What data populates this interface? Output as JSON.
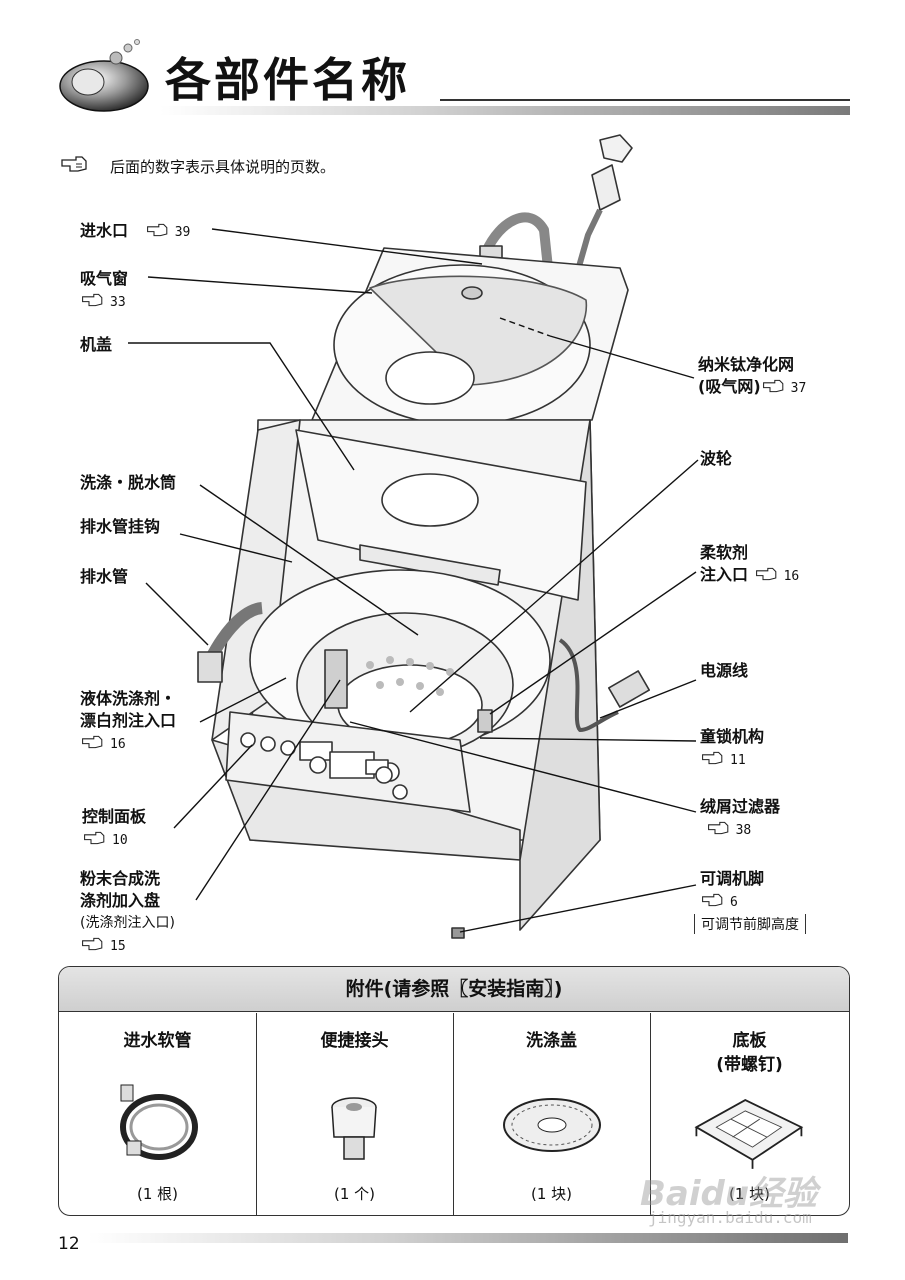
{
  "header": {
    "title": "各部件名称",
    "note": "后面的数字表示具体说明的页数。"
  },
  "labels": {
    "water_inlet": {
      "text": "进水口",
      "ref": "39"
    },
    "vent_window": {
      "text": "吸气窗",
      "ref": "33"
    },
    "lid": {
      "text": "机盖"
    },
    "nano_filter": {
      "line1": "纳米钛净化网",
      "line2": "(吸气网)",
      "ref": "37"
    },
    "drum": {
      "text": "洗涤・脱水筒"
    },
    "drain_hook": {
      "text": "排水管挂钩"
    },
    "drain_hose": {
      "text": "排水管"
    },
    "pulsator": {
      "text": "波轮"
    },
    "softener": {
      "line1": "柔软剂",
      "line2": "注入口",
      "ref": "16"
    },
    "power_cord": {
      "text": "电源线"
    },
    "liquid_detergent": {
      "line1": "液体洗涤剂・",
      "line2": "漂白剂注入口",
      "ref": "16"
    },
    "child_lock": {
      "text": "童锁机构",
      "ref": "11"
    },
    "lint_filter": {
      "text": "绒屑过滤器",
      "ref": "38"
    },
    "control_panel": {
      "text": "控制面板",
      "ref": "10"
    },
    "adjustable_foot": {
      "text": "可调机脚",
      "ref": "6",
      "note": "可调节前脚高度"
    },
    "powder_tray": {
      "line1": "粉末合成洗",
      "line2": "涤剂加入盘",
      "line3": "(洗涤剂注入口)",
      "ref": "15"
    }
  },
  "accessories": {
    "heading": "附件(请参照〖安装指南〗)",
    "items": [
      {
        "name": "进水软管",
        "name2": "",
        "qty": "(1 根)"
      },
      {
        "name": "便捷接头",
        "name2": "",
        "qty": "(1 个)"
      },
      {
        "name": "洗涤盖",
        "name2": "",
        "qty": "(1 块)"
      },
      {
        "name": "底板",
        "name2": "(带螺钉)",
        "qty": "(1 块)"
      }
    ]
  },
  "footer": {
    "page_number": "12"
  },
  "watermark": {
    "brand": "Baidu经验",
    "url": "jingyan.baidu.com"
  }
}
